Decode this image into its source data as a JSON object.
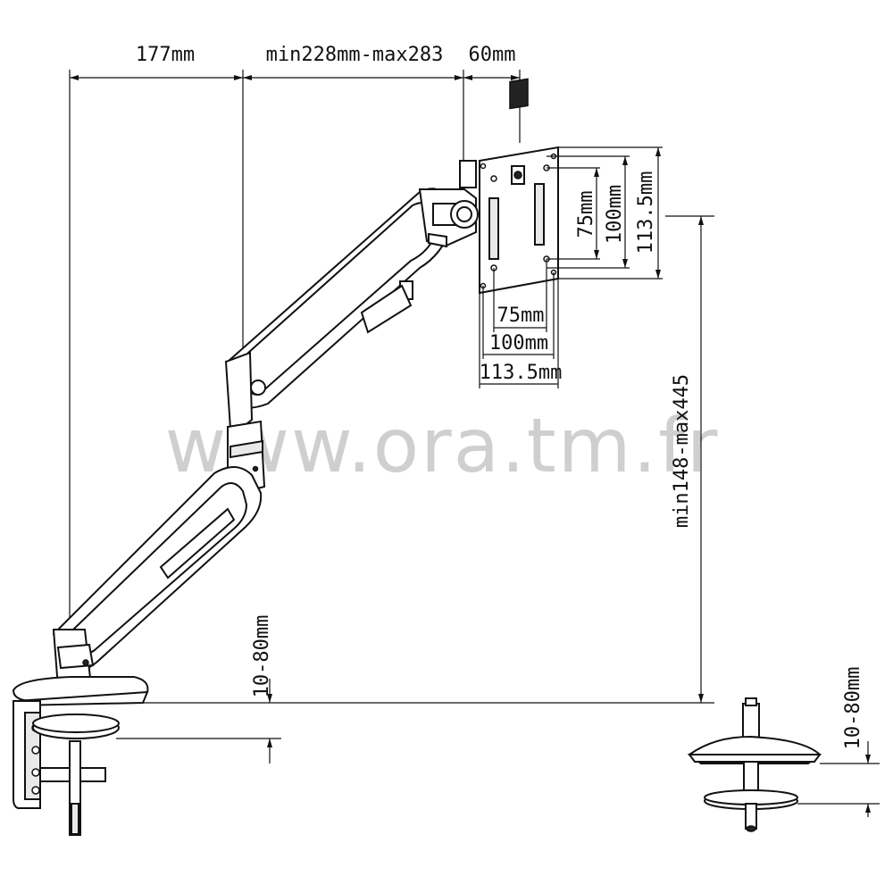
{
  "dimensions": {
    "top_arm_reach": "177mm",
    "top_arm_extension": "min228mm-max283",
    "top_plate_offset": "60mm",
    "vesa_v_75": "75mm",
    "vesa_v_100": "100mm",
    "vesa_v_113": "113.5mm",
    "vesa_h_75": "75mm",
    "vesa_h_100": "100mm",
    "vesa_h_113": "113.5mm",
    "height_range": "min148-max445",
    "clamp_thickness_left": "10-80mm",
    "clamp_thickness_right": "10-80mm"
  },
  "watermark": "www.ora.tm.fr"
}
